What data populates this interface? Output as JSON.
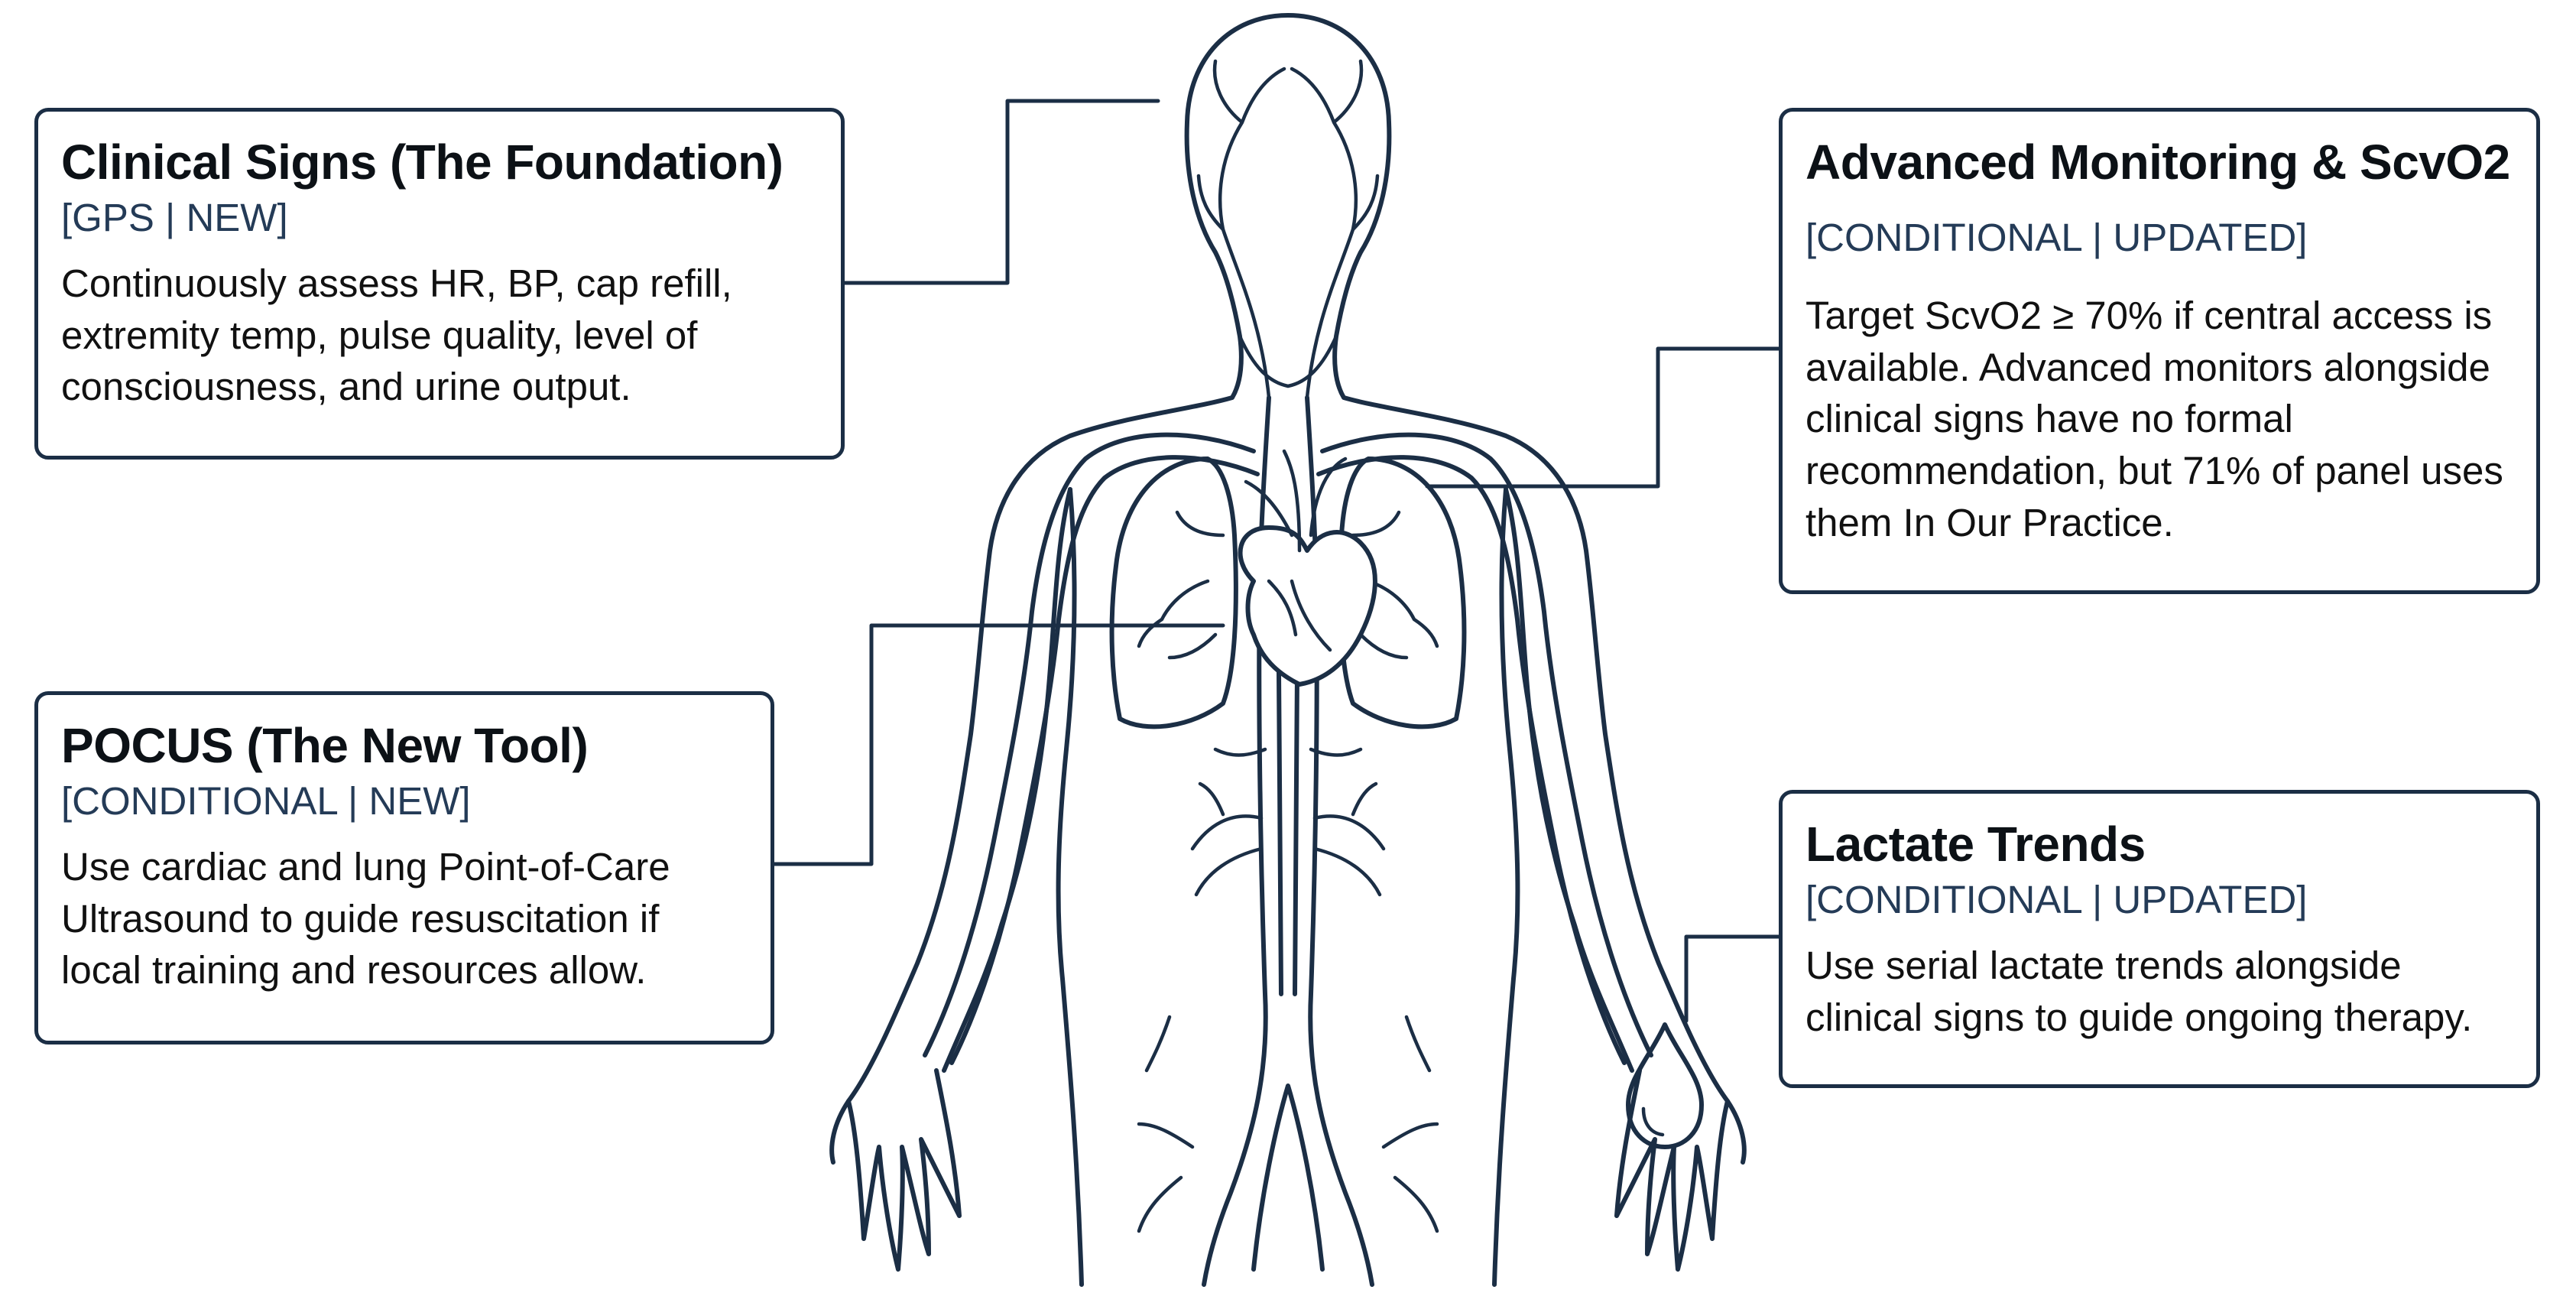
{
  "callouts": {
    "clinical": {
      "title": "Clinical Signs (The Foundation)",
      "tag": "[GPS | NEW]",
      "body": "Continuously assess HR, BP, cap refill, extremity temp, pulse quality, level of consciousness, and urine output."
    },
    "pocus": {
      "title": "POCUS (The New Tool)",
      "tag": "[CONDITIONAL | NEW]",
      "body": "Use cardiac and lung Point-of-Care Ultrasound to guide resuscitation if local training and resources allow."
    },
    "advanced": {
      "title": "Advanced Monitoring & ScvO2",
      "tag": "[CONDITIONAL | UPDATED]",
      "body": "Target ScvO2 ≥ 70% if central access is available. Advanced monitors alongside clinical signs have no formal recommendation, but 71% of panel uses them In Our Practice."
    },
    "lactate": {
      "title": "Lactate Trends",
      "tag": "[CONDITIONAL | UPDATED]",
      "body": "Use serial lactate trends alongside clinical signs to guide ongoing therapy."
    }
  },
  "colors": {
    "line": "#1b2e45",
    "tag_text": "#243b57",
    "background": "#ffffff"
  },
  "icons": [
    "body-outline-icon",
    "heart-icon",
    "lungs-icon",
    "blood-drop-icon"
  ]
}
